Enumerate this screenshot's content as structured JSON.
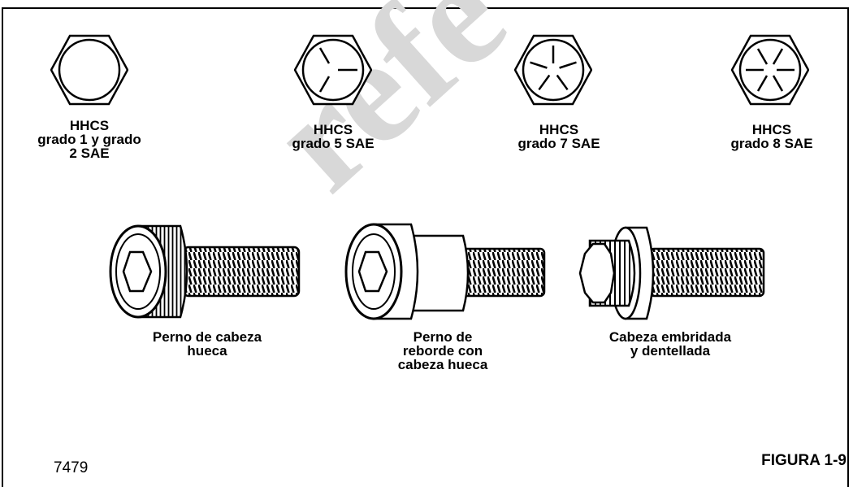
{
  "watermark": {
    "text": "refe"
  },
  "hex_heads": [
    {
      "label": "HHCS\ngrado 1 y grado\n2 SAE",
      "radial_marks": 0
    },
    {
      "label": "HHCS\ngrado 5 SAE",
      "radial_marks": 3
    },
    {
      "label": "HHCS\ngrado 7 SAE",
      "radial_marks": 5
    },
    {
      "label": "HHCS\ngrado 8 SAE",
      "radial_marks": 6
    }
  ],
  "bolts": [
    {
      "label": "Perno de cabeza\nhueca",
      "icon": "socket-head-cap-screw"
    },
    {
      "label": "Perno de\nreborde con\ncabeza hueca",
      "icon": "shoulder-socket-bolt"
    },
    {
      "label": "Cabeza embridada\ny dentellada",
      "icon": "flanged-12-point-bolt"
    }
  ],
  "footer": {
    "ref_number": "7479",
    "figure_title": "FIGURA 1-9"
  }
}
